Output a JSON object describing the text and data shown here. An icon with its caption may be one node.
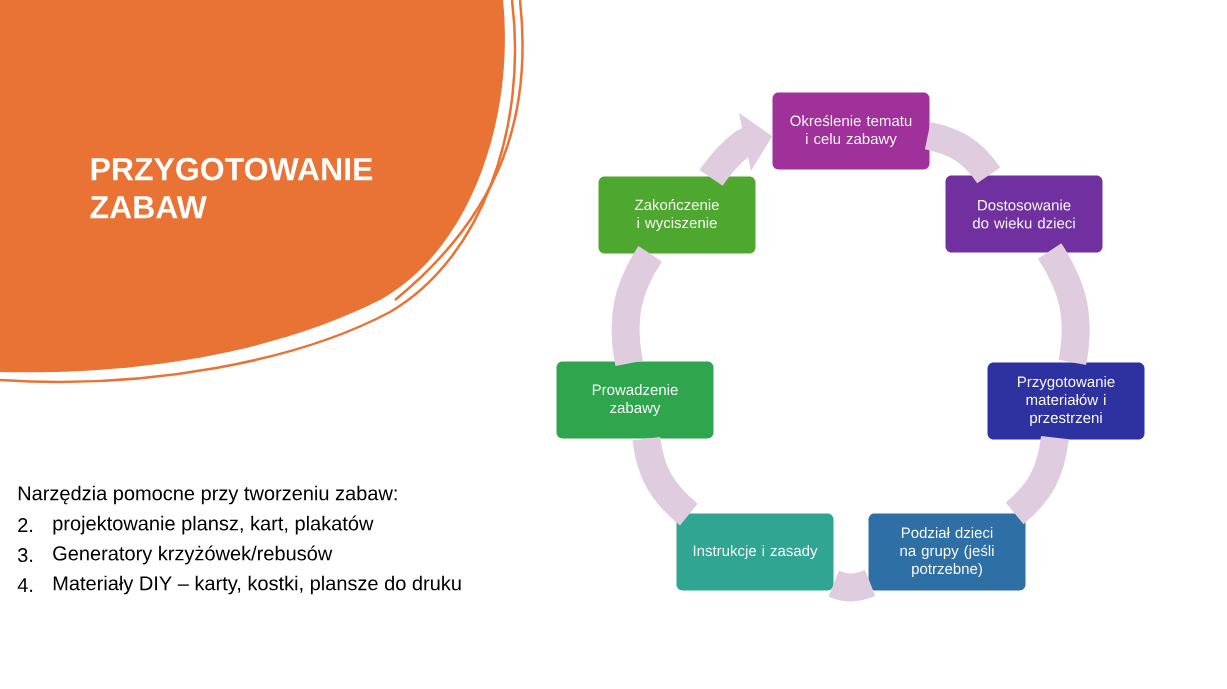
{
  "diagram": {
    "title": "PRZYGOTOWANIE ZABAW",
    "nodes": [
      {
        "text": [
          "Określenie tematu i celu zabawy"
        ]
      },
      {
        "text": [
          "Dostosowanie do wieku dzieci"
        ]
      },
      {
        "text": [
          "Przygotowanie materiałów i przestrzeni"
        ]
      },
      {
        "text": [
          "Podział dzieci na grupy (jeśli potrzebne)"
        ]
      },
      {
        "text": [
          "Instrukcje i zasady"
        ]
      },
      {
        "text": [
          "Prowadzenie zabawy"
        ]
      },
      {
        "text": [
          "Zakończenie i wyciszenie"
        ]
      }
    ],
    "edges": [
      {
        "from": 0,
        "to": 1,
        "arrow": "none"
      },
      {
        "from": 1,
        "to": 2,
        "arrow": "none"
      },
      {
        "from": 2,
        "to": 3,
        "arrow": "none"
      },
      {
        "from": 3,
        "to": 4,
        "arrow": "none"
      },
      {
        "from": 4,
        "to": 5,
        "arrow": "none"
      },
      {
        "from": 5,
        "to": 6,
        "arrow": "none"
      },
      {
        "from": 6,
        "to": 0,
        "arrow": "to"
      }
    ],
    "labels": [
      "Narzędzia pomocne przy tworzeniu zabaw:",
      "2.",
      "projektowanie plansz, kart, plakatów",
      "3.",
      "Generatory krzyżówek/rebusów",
      "4.",
      "Materiały DIY – karty, kostki, plansze do druku"
    ]
  }
}
